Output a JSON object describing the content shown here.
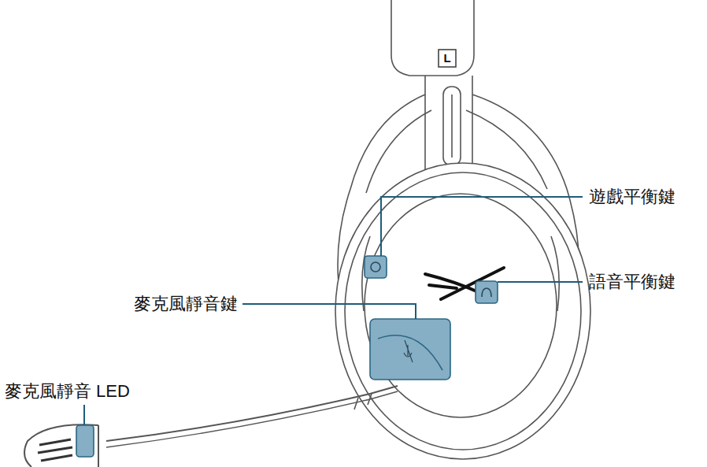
{
  "diagram": {
    "labels": [
      "L",
      "遊戲平衡鍵",
      "語音平衡鍵",
      "麥克風靜音鍵",
      "麥克風靜音 LED"
    ]
  }
}
